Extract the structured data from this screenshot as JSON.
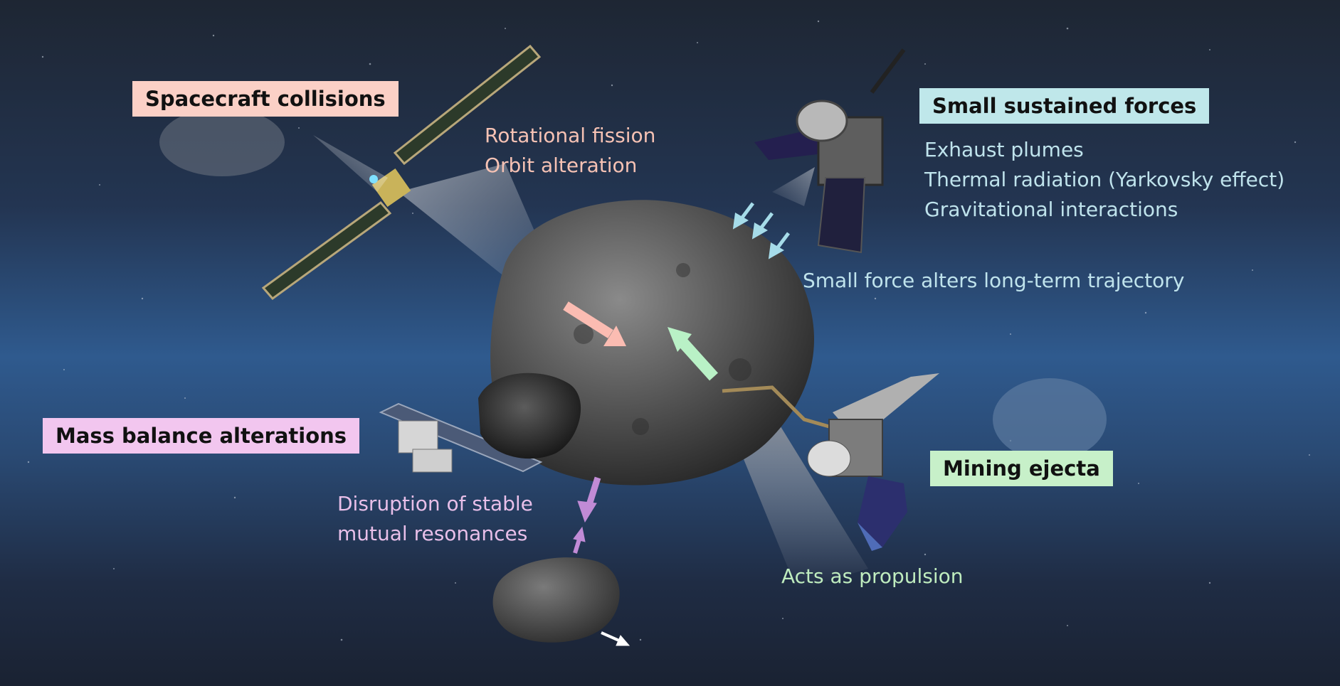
{
  "colors": {
    "collision_box": "#fbd0c6",
    "collision_text": "#f6c2b4",
    "sustained_box": "#bfe7ea",
    "sustained_text": "#bfe3ec",
    "mass_box": "#f2c6ef",
    "mass_text": "#e8bfe9",
    "mining_box": "#c7f0c9",
    "mining_text": "#bfecbe"
  },
  "collisions": {
    "title": "Spacecraft collisions",
    "effects": [
      "Rotational fission",
      "Orbit alteration"
    ]
  },
  "sustained": {
    "title": "Small sustained forces",
    "effects": [
      "Exhaust plumes",
      "Thermal radiation (Yarkovsky effect)",
      "Gravitational interactions"
    ],
    "note": "Small force alters long-term trajectory"
  },
  "mass_balance": {
    "title": "Mass balance alterations",
    "effects": [
      "Disruption of stable",
      "mutual resonances"
    ]
  },
  "mining": {
    "title": "Mining ejecta",
    "note": "Acts as propulsion"
  }
}
